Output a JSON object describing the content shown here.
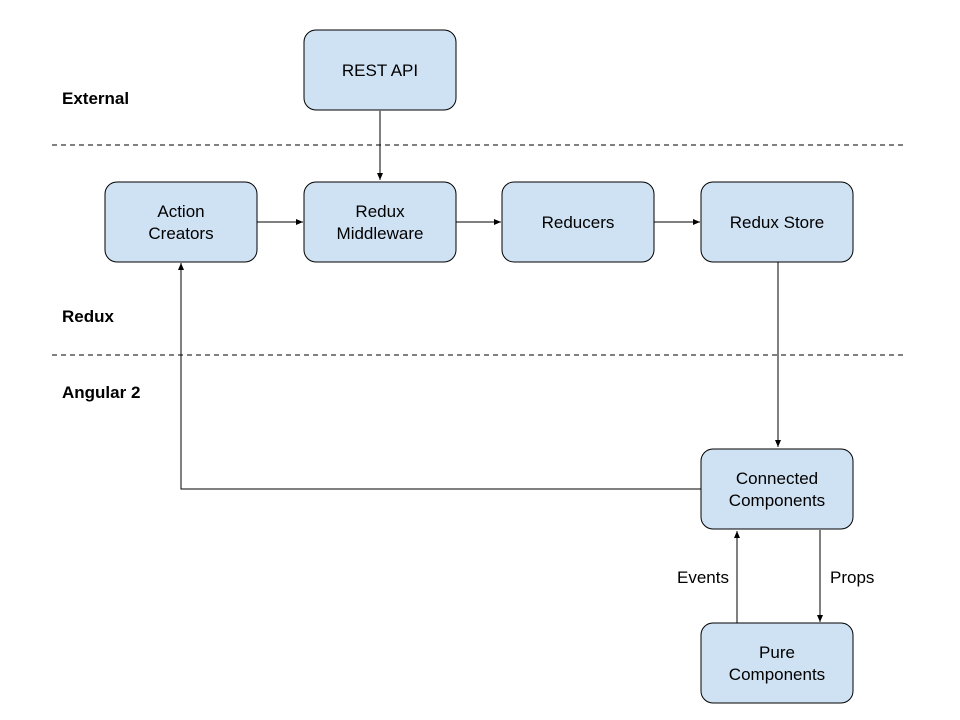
{
  "layers": {
    "external": "External",
    "redux": "Redux",
    "angular": "Angular 2"
  },
  "nodes": {
    "rest_api": [
      "REST API"
    ],
    "action_creators": [
      "Action",
      "Creators"
    ],
    "redux_middleware": [
      "Redux",
      "Middleware"
    ],
    "reducers": [
      "Reducers"
    ],
    "redux_store": [
      "Redux Store"
    ],
    "connected_components": [
      "Connected",
      "Components"
    ],
    "pure_components": [
      "Pure",
      "Components"
    ]
  },
  "edge_labels": {
    "events": "Events",
    "props": "Props"
  },
  "colors": {
    "node_fill": "#cfe2f3",
    "stroke": "#000000"
  }
}
